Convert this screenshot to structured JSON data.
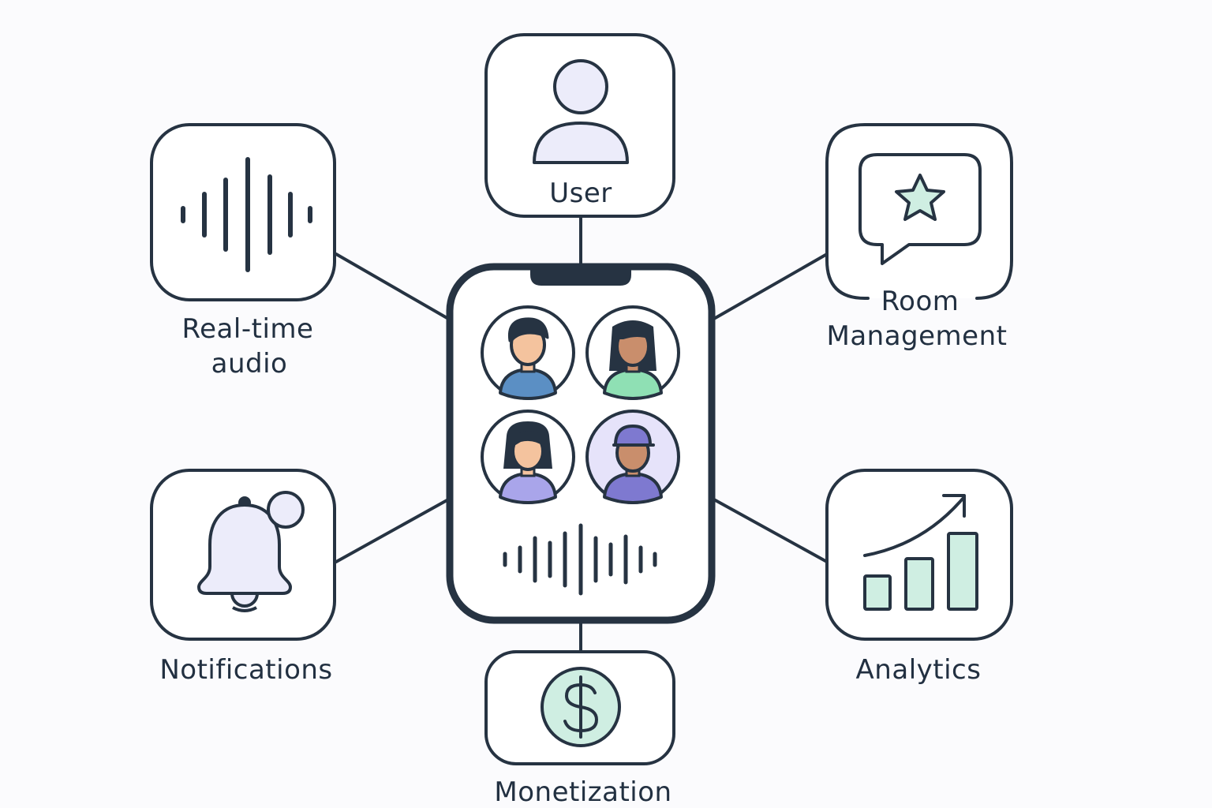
{
  "nodes": {
    "user": {
      "label": "User",
      "icon": "user-icon"
    },
    "realtime_audio": {
      "label_line1": "Real-time",
      "label_line2": "audio",
      "icon": "sound-wave-icon"
    },
    "room_management": {
      "label_line1": "Room",
      "label_line2": "Management",
      "icon": "chat-star-icon"
    },
    "notifications": {
      "label": "Notifications",
      "icon": "bell-icon"
    },
    "analytics": {
      "label": "Analytics",
      "icon": "bar-chart-icon"
    },
    "monetization": {
      "label": "Monetization",
      "icon": "dollar-icon"
    }
  },
  "center": {
    "icon": "phone-icon",
    "participants": [
      "avatar-man-blue",
      "avatar-woman-green",
      "avatar-woman-purple",
      "avatar-man-cap-purple"
    ]
  },
  "colors": {
    "stroke": "#263342",
    "lavender": "#ececfa",
    "mint": "#cfeee2",
    "skin_light": "#f4c39e",
    "skin_dark": "#c98e6c",
    "shirt_blue": "#5b8fc4",
    "shirt_green": "#8fe0b4",
    "shirt_purple": "#a9a5ea",
    "cap_purple": "#7e79d0"
  }
}
